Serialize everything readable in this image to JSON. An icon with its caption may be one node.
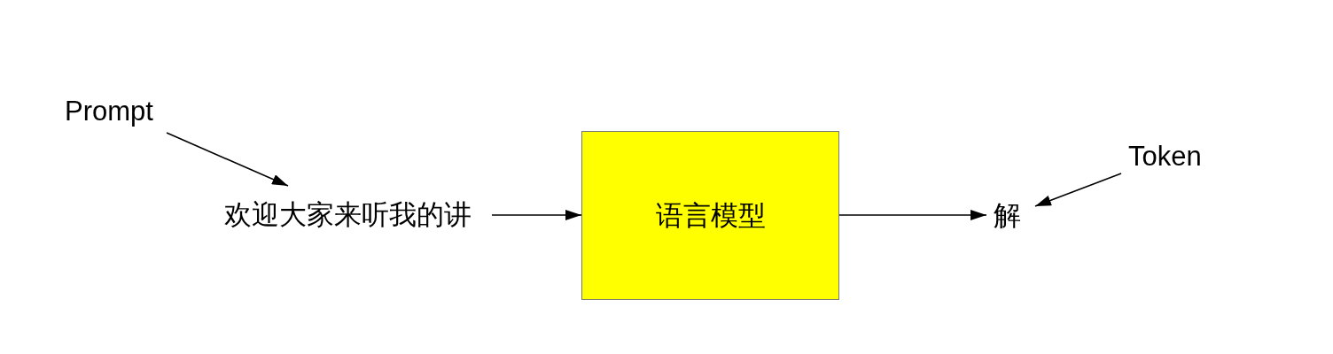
{
  "diagram": {
    "nodes": [
      {
        "text": [
          "Prompt"
        ]
      },
      {
        "text": [
          "欢迎大家来听我的讲"
        ]
      },
      {
        "text": [
          "语言模型"
        ]
      },
      {
        "text": [
          "解"
        ]
      },
      {
        "text": [
          "Token"
        ]
      }
    ],
    "edges": [
      {
        "from": 0,
        "to": 1,
        "arrow": "to"
      },
      {
        "from": 1,
        "to": 2,
        "arrow": "to"
      },
      {
        "from": 2,
        "to": 3,
        "arrow": "to"
      },
      {
        "from": 4,
        "to": 3,
        "arrow": "to"
      }
    ]
  }
}
